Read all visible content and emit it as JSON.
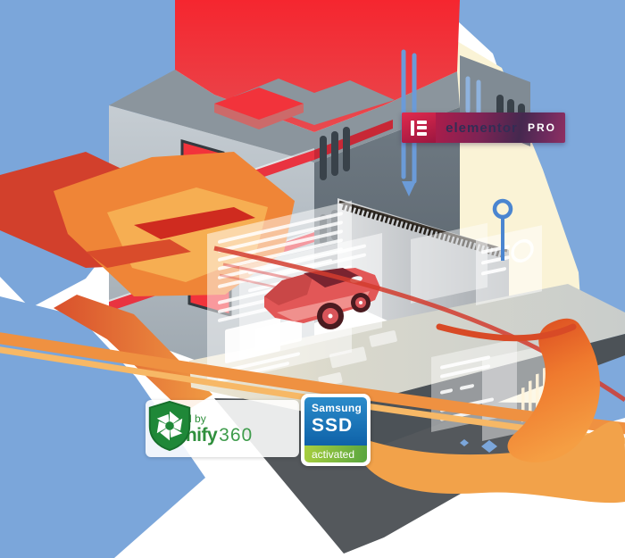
{
  "illustration": {
    "palette": {
      "sky_blue": "#7ba6da",
      "server_red": "#f03038",
      "server_gray_light": "#bfc7cd",
      "server_gray_dark": "#6a747d",
      "flame_red": "#d2402c",
      "flame_orange": "#ef8537",
      "flame_amber": "#f6ae52",
      "screen_glow": "#faf3d6",
      "laptop_base": "#4c5257",
      "imunify_green": "#2f8f3c",
      "samsung_blue": "#0f62a8",
      "elementor_crimson": "#c42047"
    }
  },
  "badges": {
    "elementor": {
      "wordmark": "elementor",
      "tier": "PRO"
    },
    "imunify": {
      "tagline": "secured by",
      "brand": "imunify",
      "suffix": "360"
    },
    "samsung": {
      "maker": "Samsung",
      "product": "SSD",
      "status": "activated"
    }
  }
}
